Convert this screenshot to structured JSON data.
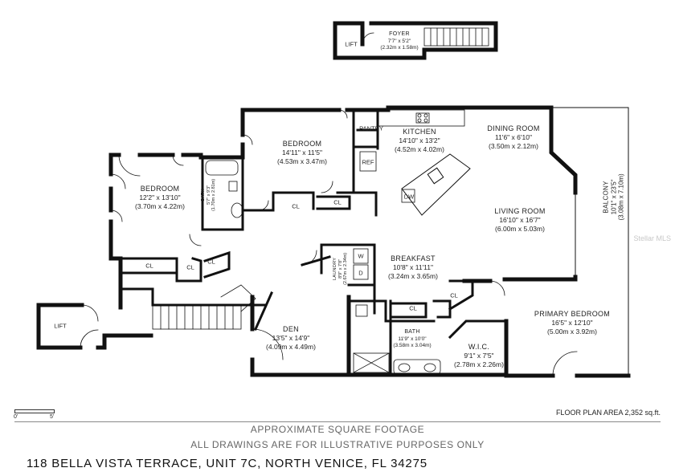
{
  "rooms": {
    "foyer": {
      "name": "FOYER",
      "dims": "7'7\" x 5'2\"",
      "metric": "(2.32m x 1.58m)"
    },
    "bedroom_1": {
      "name": "BEDROOM",
      "dims": "12'2\" x 13'10\"",
      "metric": "(3.70m x 4.22m)"
    },
    "bedroom_2": {
      "name": "BEDROOM",
      "dims": "14'11\" x 11'5\"",
      "metric": "(4.53m x 3.47m)"
    },
    "kitchen": {
      "name": "KITCHEN",
      "dims": "14'10\" x 13'2\"",
      "metric": "(4.52m x 4.02m)"
    },
    "dining": {
      "name": "DINING ROOM",
      "dims": "11'6\" x 6'10\"",
      "metric": "(3.50m x 2.12m)"
    },
    "living": {
      "name": "LIVING ROOM",
      "dims": "16'10\" x 16'7\"",
      "metric": "(6.00m x 5.03m)"
    },
    "balcony": {
      "name": "BALCONY",
      "dims": "10'1\" x 23'5\"",
      "metric": "(3.08m x 7.10m)"
    },
    "breakfast": {
      "name": "BREAKFAST",
      "dims": "10'8\" x 11'11\"",
      "metric": "(3.24m x 3.65m)"
    },
    "den": {
      "name": "DEN",
      "dims": "13'5\" x 14'9\"",
      "metric": "(4.09m x 4.49m)"
    },
    "bath_main": {
      "name": "BATH",
      "dims": "11'9\" x 10'0\"",
      "metric": "(3.58m x 3.04m)"
    },
    "primary": {
      "name": "PRIMARY BEDROOM",
      "dims": "16'5\" x 12'10\"",
      "metric": "(5.00m x 3.92m)"
    },
    "wic": {
      "name": "W.I.C.",
      "dims": "9'1\" x 7'5\"",
      "metric": "(2.78m x 2.26m)"
    },
    "bath_small": {
      "name": "BATH",
      "dims": "5'7\" x 9'3\"",
      "metric": "(1.70m x 2.81m)"
    },
    "laundry": {
      "name": "LAUNDRY",
      "dims": "8'9\" x 7'8\"",
      "metric": "(2.67m x 2.34m)"
    }
  },
  "tags": {
    "lift": "LIFT",
    "closet": "CL",
    "pantry": "PANTRY",
    "ref": "REF",
    "dw": "DW",
    "washer": "W",
    "dryer": "D"
  },
  "scale": {
    "start": "0'",
    "end": "5'"
  },
  "floor_area": "FLOOR PLAN AREA 2,352 sq.ft.",
  "footer": {
    "line1": "APPROXIMATE SQUARE FOOTAGE",
    "line2": "ALL DRAWINGS ARE FOR ILLUSTRATIVE PURPOSES ONLY"
  },
  "address": "118 BELLA VISTA TERRACE, UNIT 7C, NORTH VENICE, FL 34275",
  "watermark": "Stellar MLS"
}
